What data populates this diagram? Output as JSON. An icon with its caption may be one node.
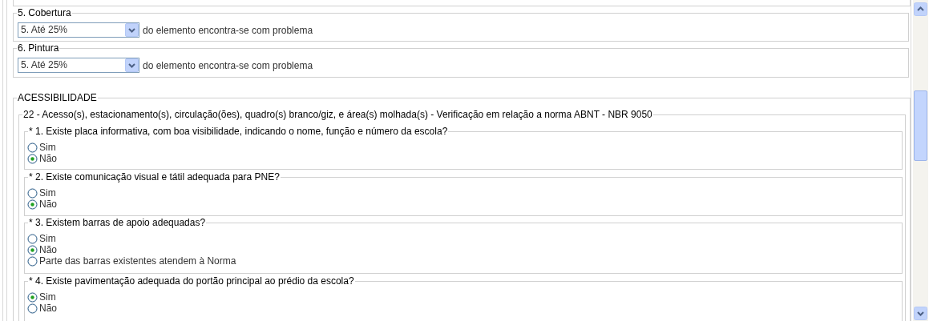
{
  "diagram": {
    "nodes": [
      {
        "text": [],
        "shape": "box"
      },
      {
        "text": [
          "5. Cobertura",
          "5. Até 25%",
          "do elemento encontra-se com problema"
        ]
      },
      {
        "text": [
          "6. Pintura",
          "5. Até 25%",
          "do elemento encontra-se com problema"
        ]
      },
      {
        "text": [
          "ACESSIBILIDADE"
        ]
      },
      {
        "text": [
          "22 - Acesso(s), estacionamento(s), circulação(ões), quadro(s) branco/giz, e área(s) molhada(s) - Verificação em relação a norma ABNT - NBR 9050"
        ],
        "in": 3
      },
      {
        "text": [
          "* 1. Existe placa informativa, com boa visibilidade, indicando o nome, função e número da escola?",
          "Sim",
          "Não"
        ],
        "in": 4
      },
      {
        "text": [
          "* 2. Existe comunicação visual e tátil adequada para PNE?",
          "Sim",
          "Não"
        ],
        "in": 4
      },
      {
        "text": [
          "* 3. Existem barras de apoio adequadas?",
          "Sim",
          "Não",
          "Parte das barras existentes atendem à Norma"
        ],
        "in": 4
      },
      {
        "text": [
          "* 4. Existe pavimentação adequada do portão principal ao prédio da escola?",
          "Sim",
          "Não"
        ],
        "in": 4
      }
    ]
  }
}
